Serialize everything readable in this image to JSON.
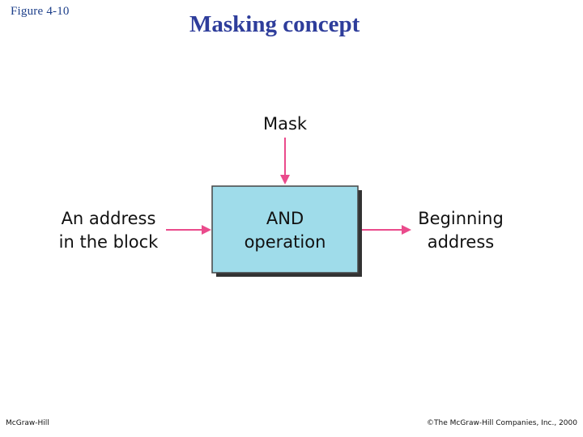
{
  "header": {
    "figure_label": "Figure 4-10",
    "title": "Masking concept"
  },
  "diagram": {
    "box_fill_color": "#9fdcea",
    "box_border_color": "#444444",
    "arrow_color": "#ea4b8c",
    "shadow_color": "#333333",
    "mask_label": "Mask",
    "input_label_line1": "An address",
    "input_label_line2": "in the block",
    "box_label_line1": "AND",
    "box_label_line2": "operation",
    "output_label_line1": "Beginning",
    "output_label_line2": "address"
  },
  "footer": {
    "publisher": "McGraw-Hill",
    "copyright": "©The McGraw-Hill Companies, Inc., 2000"
  }
}
